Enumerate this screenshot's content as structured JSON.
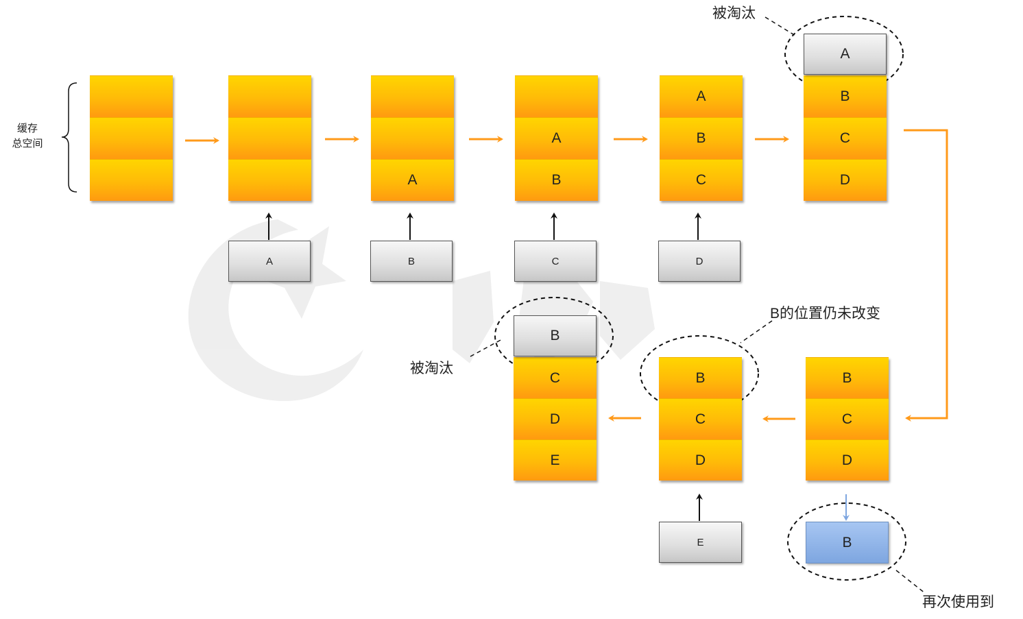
{
  "cache_label": {
    "line1": "缓存",
    "line2": "总空间"
  },
  "steps": [
    {
      "slots": [
        "",
        "",
        ""
      ]
    },
    {
      "slots": [
        "",
        "",
        ""
      ],
      "incoming": "A"
    },
    {
      "slots": [
        "",
        "",
        "A"
      ],
      "incoming": "B"
    },
    {
      "slots": [
        "",
        "A",
        "B"
      ],
      "incoming": "C"
    },
    {
      "slots": [
        "A",
        "B",
        "C"
      ],
      "incoming": "D"
    },
    {
      "evicted": "A",
      "slots": [
        "B",
        "C",
        "D"
      ]
    }
  ],
  "bottom_row": {
    "reuse": {
      "slots": [
        "B",
        "C",
        "D"
      ],
      "used_again": "B"
    },
    "unchanged": {
      "slots": [
        "B",
        "C",
        "D"
      ],
      "incoming": "E"
    },
    "final": {
      "evicted": "B",
      "slots": [
        "C",
        "D",
        "E"
      ]
    }
  },
  "annotations": {
    "evicted_top": "被淘汰",
    "evicted_bottom": "被淘汰",
    "position_unchanged": "B的位置仍未改变",
    "used_again": "再次使用到"
  },
  "colors": {
    "cell_top": "#ffd500",
    "cell_bottom": "#ff9a10",
    "arrow_orange": "#ff9a1a",
    "arrow_blue": "#7ea6e0",
    "evicted_box": "#cfcfcf",
    "used_box": "#7ea6e0"
  }
}
